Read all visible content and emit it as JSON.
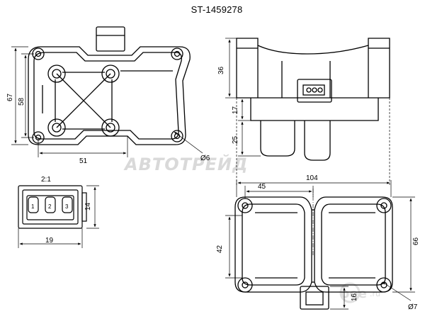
{
  "title": "ST-1459278",
  "views": {
    "front": {
      "dims": {
        "height_outer": "67",
        "height_inner": "58",
        "width": "51",
        "hole": "Ø6"
      }
    },
    "side": {
      "dims": {
        "height_top": "36",
        "height_mid": "17",
        "height_low": "25"
      }
    },
    "connector": {
      "scale": "2:1",
      "pins": [
        "1",
        "2",
        "3"
      ],
      "dims": {
        "height": "14",
        "width": "19"
      }
    },
    "bottom": {
      "dims": {
        "width_total": "104",
        "width_half": "45",
        "height_outer": "66",
        "height_inner": "42",
        "tab": "16",
        "hole": "Ø7"
      }
    }
  },
  "watermark": {
    "main": "АВТОТРЕЙД",
    "logo": "oee",
    "domain": ".ru"
  }
}
